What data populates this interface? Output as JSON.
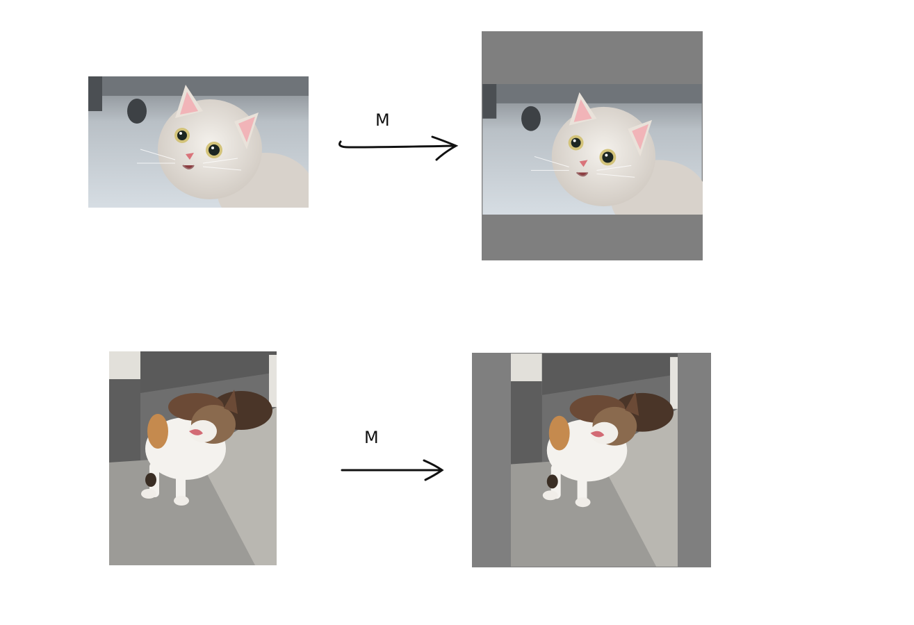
{
  "row1": {
    "transform_label": "M",
    "source_image": "kitten-portrait-photo",
    "result_image": "kitten-portrait-letterboxed-photo"
  },
  "row2": {
    "transform_label": "M",
    "source_image": "calico-cat-stairs-photo",
    "result_image": "calico-cat-stairs-pillarboxed-photo"
  },
  "colors": {
    "padding_gray": "#7f7f7f",
    "background": "#ffffff",
    "arrow": "#111111"
  }
}
